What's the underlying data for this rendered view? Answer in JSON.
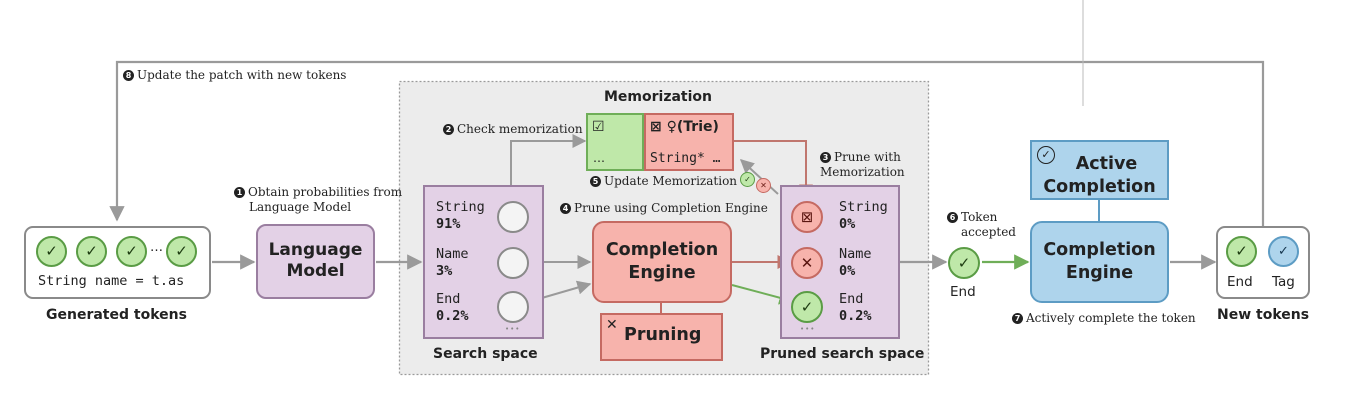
{
  "steps": {
    "s1": {
      "num": "1",
      "text": "Obtain probabilities from",
      "text2": "Language Model"
    },
    "s2": {
      "num": "2",
      "text": "Check memorization"
    },
    "s3": {
      "num": "3",
      "text": "Prune with",
      "text2": "Memorization"
    },
    "s4": {
      "num": "4",
      "text": "Prune using Completion Engine"
    },
    "s5": {
      "num": "5",
      "text": "Update Memorization"
    },
    "s6": {
      "num": "6",
      "text": "Token",
      "text2": "accepted"
    },
    "s7": {
      "num": "7",
      "text": "Actively complete the token"
    },
    "s8": {
      "num": "8",
      "text": "Update the patch with new tokens"
    }
  },
  "generated": {
    "caption": "Generated tokens",
    "code": "String name = t.as",
    "ellipsis": "…",
    "check_glyph": "✓"
  },
  "language_model": {
    "line1": "Language",
    "line2": "Model"
  },
  "search_space": {
    "caption": "Search space",
    "tokens": [
      {
        "name": "String",
        "pct": "91%"
      },
      {
        "name": "Name",
        "pct": "3%"
      },
      {
        "name": "End",
        "pct": "0.2%"
      }
    ],
    "more": "•••"
  },
  "memorization": {
    "title": "Memorization",
    "valid": {
      "icon": "☑",
      "ellipsis": "…"
    },
    "invalid": {
      "icon": "⊠",
      "trie_icon": "♀",
      "trie": "(Trie)",
      "entry": "String* …"
    }
  },
  "completion_engine": {
    "line1": "Completion",
    "line2": "Engine"
  },
  "pruning": {
    "icon": "✕",
    "label": "Pruning"
  },
  "pruned_space": {
    "caption": "Pruned search space",
    "tokens": [
      {
        "name": "String",
        "pct": "0%",
        "mark": "⊠",
        "status": "invalid"
      },
      {
        "name": "Name",
        "pct": "0%",
        "mark": "✕",
        "status": "invalid"
      },
      {
        "name": "End",
        "pct": "0.2%",
        "mark": "✓",
        "status": "valid"
      }
    ],
    "more": "•••"
  },
  "accepted": {
    "label": "End",
    "glyph": "✓"
  },
  "active_completion": {
    "icon": "✓",
    "line1": "Active",
    "line2": "Completion"
  },
  "completion_engine_right": {
    "line1": "Completion",
    "line2": "Engine"
  },
  "new_tokens": {
    "caption": "New tokens",
    "tokens": [
      {
        "label": "End",
        "glyph": "✓"
      },
      {
        "label": "Tag",
        "glyph": "✓"
      }
    ]
  },
  "mini_marks": {
    "valid": "✓",
    "invalid": "✕"
  },
  "colors": {
    "purple_fill": "#e3d1e6",
    "purple_border": "#9a7ea0",
    "red_fill": "#f7b3ac",
    "red_border": "#c56a62",
    "green_fill": "#bfe8a9",
    "blue_fill": "#aed4ec",
    "blue_border": "#5d9cc4",
    "gray_panel": "#ececec",
    "arrow": "#9a9a9a"
  }
}
